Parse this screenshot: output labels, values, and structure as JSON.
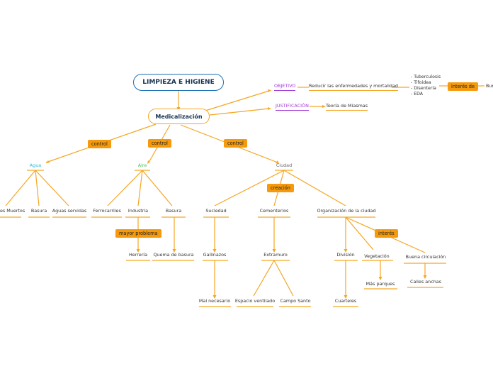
{
  "root": "LIMPIEZA E HIGIENE",
  "main": "Medicalización",
  "objetivo": {
    "label": "OBJETIVO",
    "text": "Reducir las enfermedades y mortalidad"
  },
  "diseases": [
    "- Tuberculosis",
    "- Tifoidea",
    "- Disentería",
    "- EDA"
  ],
  "interes_de": "interés de",
  "interes_target": "Bur",
  "justificacion": {
    "label": "JUSTIFICACIÓN",
    "text": "Teoría de Miasmas"
  },
  "control_labels": [
    "control",
    "control",
    "control"
  ],
  "agua": {
    "title": "Agua",
    "children": [
      "es Muertos",
      "Basura",
      "Aguas servidas"
    ]
  },
  "aire": {
    "title": "Aire",
    "children": [
      "Ferrocarriles",
      "Industria",
      "Basura"
    ],
    "relation": "mayor problema",
    "industria_child": "Herrería",
    "basura_child": "Quema de basura"
  },
  "ciudad": {
    "title": "Ciudad",
    "relation": "creación",
    "suciedad": "Suciedad",
    "gallinazos": "Gallinazos",
    "mal_necesario": "Mal necesario",
    "cementerios": "Cementerios",
    "extramuro": "Extramuro",
    "espacio": "Espacio ventilado",
    "campo_santo": "Campo  Santo",
    "organizacion": "Organización de la ciudad",
    "interes": "interés",
    "division": "División",
    "cuarteles": "Cuarteles",
    "vegetacion": "Vegetación",
    "mas_parques": "Más parques",
    "buena_circulacion": "Buena circulación",
    "calles_anchas": "Calles anchas"
  },
  "colors": {
    "line": "#f5a623",
    "label_bg": "#f59a0c",
    "root_border": "#1b6fb5",
    "purple": "#a23ad6",
    "cyan": "#30b7d8",
    "green": "#4cc45a"
  }
}
